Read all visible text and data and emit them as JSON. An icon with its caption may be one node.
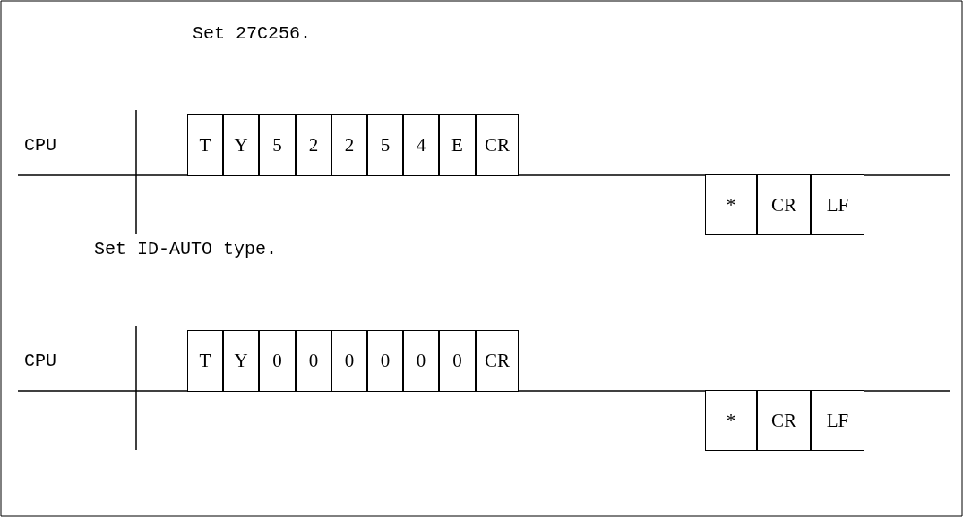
{
  "diagram": {
    "nodes": [
      {
        "text": [
          "T"
        ]
      },
      {
        "text": [
          "Y"
        ]
      },
      {
        "text": [
          "5"
        ]
      },
      {
        "text": [
          "2"
        ]
      },
      {
        "text": [
          "2"
        ]
      },
      {
        "text": [
          "5"
        ]
      },
      {
        "text": [
          "4"
        ]
      },
      {
        "text": [
          "E"
        ]
      },
      {
        "text": [
          "CR"
        ]
      },
      {
        "text": [
          "*"
        ]
      },
      {
        "text": [
          "CR"
        ]
      },
      {
        "text": [
          "LF"
        ]
      },
      {
        "text": [
          "T"
        ]
      },
      {
        "text": [
          "Y"
        ]
      },
      {
        "text": [
          "0"
        ]
      },
      {
        "text": [
          "0"
        ]
      },
      {
        "text": [
          "0"
        ]
      },
      {
        "text": [
          "0"
        ]
      },
      {
        "text": [
          "0"
        ]
      },
      {
        "text": [
          "0"
        ]
      },
      {
        "text": [
          "CR"
        ]
      },
      {
        "text": [
          "*"
        ]
      },
      {
        "text": [
          "CR"
        ]
      },
      {
        "text": [
          "LF"
        ]
      }
    ],
    "labels": [
      "Set 27C256.",
      "CPU",
      "Set ID-AUTO type.",
      "CPU"
    ]
  }
}
